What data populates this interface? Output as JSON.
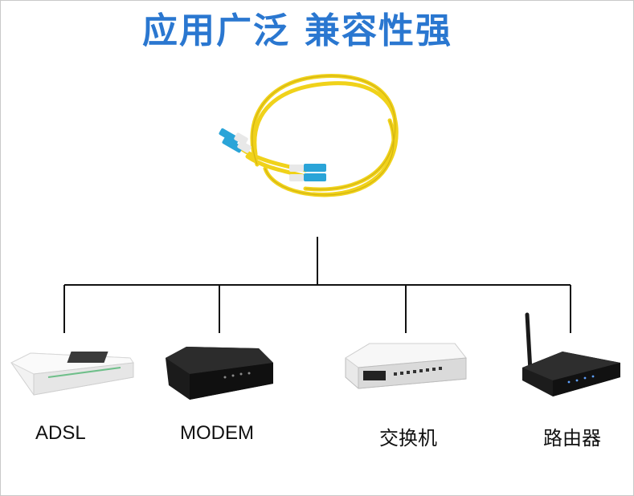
{
  "headline": {
    "part1": "应用广泛",
    "part2": "兼容性强"
  },
  "devices": [
    {
      "id": "adsl",
      "label": "ADSL",
      "image": "adsl-modem-icon"
    },
    {
      "id": "modem",
      "label": "MODEM",
      "image": "modem-icon"
    },
    {
      "id": "switch",
      "label": "交换机",
      "image": "switch-icon"
    },
    {
      "id": "router",
      "label": "路由器",
      "image": "router-icon"
    }
  ],
  "colors": {
    "headline": "#2a77d0",
    "cable": "#f0d21a",
    "connector": "#2aa4d8",
    "lines": "#111111"
  },
  "product_image": "fiber-patch-cable-icon"
}
